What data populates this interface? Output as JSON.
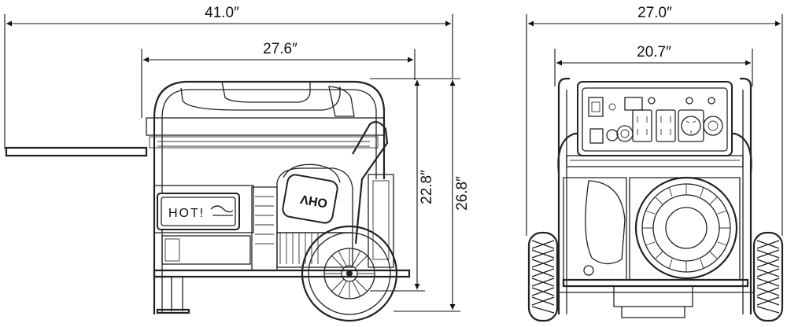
{
  "dimensions": {
    "side_overall_length": "41.0″",
    "side_frame_length": "27.6″",
    "side_frame_height": "22.8″",
    "side_overall_height": "26.8″",
    "front_overall_width": "27.0″",
    "front_frame_width": "20.7″"
  },
  "labels": {
    "hot_warning": "HOT!",
    "engine_brand": "OHV"
  },
  "colors": {
    "line": "#222222",
    "background": "#ffffff"
  }
}
